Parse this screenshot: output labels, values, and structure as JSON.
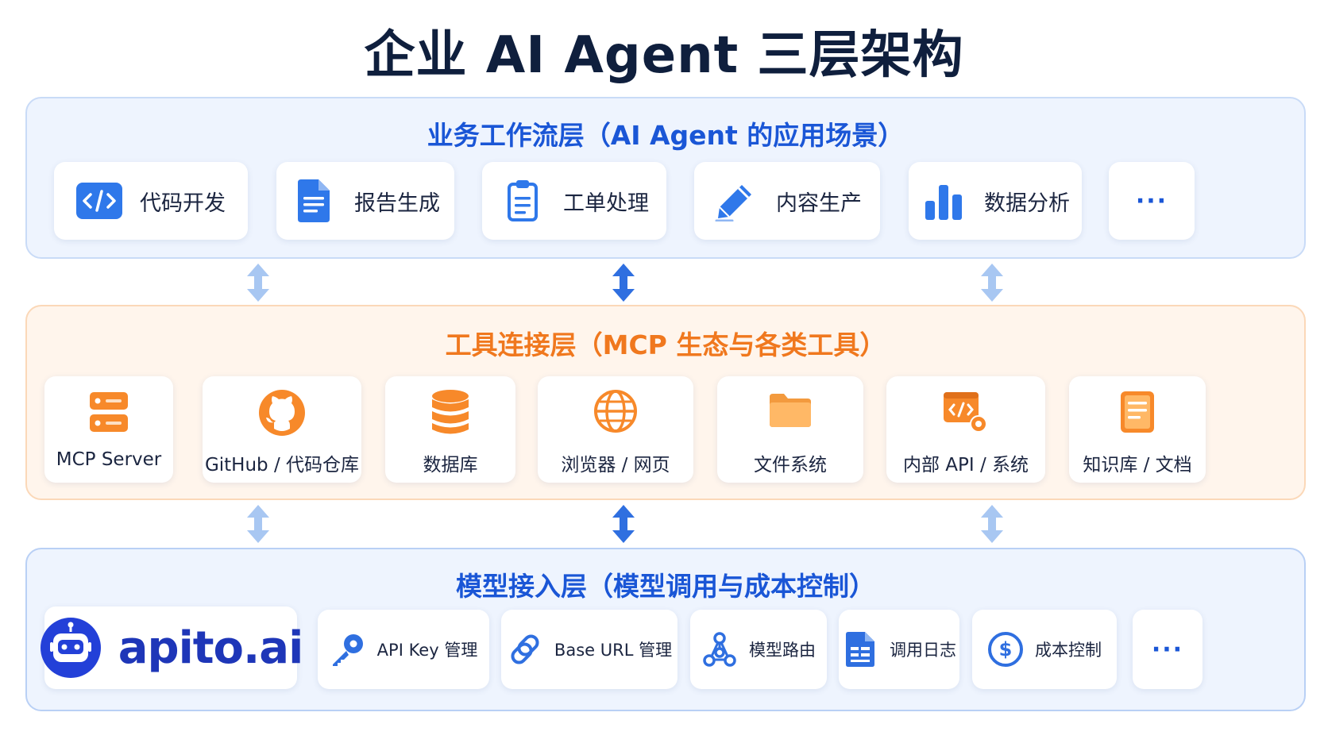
{
  "title": "企业 AI Agent 三层架构",
  "layers": {
    "business": {
      "title": "业务工作流层（AI Agent 的应用场景）",
      "items": [
        {
          "label": "代码开发",
          "icon": "code-icon"
        },
        {
          "label": "报告生成",
          "icon": "document-icon"
        },
        {
          "label": "工单处理",
          "icon": "clipboard-icon"
        },
        {
          "label": "内容生产",
          "icon": "pencil-icon"
        },
        {
          "label": "数据分析",
          "icon": "bar-chart-icon"
        },
        {
          "label": "···",
          "icon": "more-icon"
        }
      ]
    },
    "tools": {
      "title": "工具连接层（MCP 生态与各类工具）",
      "items": [
        {
          "label": "MCP Server",
          "icon": "server-icon"
        },
        {
          "label": "GitHub / 代码仓库",
          "icon": "github-icon"
        },
        {
          "label": "数据库",
          "icon": "database-icon"
        },
        {
          "label": "浏览器 / 网页",
          "icon": "globe-icon"
        },
        {
          "label": "文件系统",
          "icon": "folder-icon"
        },
        {
          "label": "内部 API / 系统",
          "icon": "api-settings-icon"
        },
        {
          "label": "知识库 / 文档",
          "icon": "knowledge-doc-icon"
        }
      ]
    },
    "model": {
      "title": "模型接入层（模型调用与成本控制）",
      "brand": "apito.ai",
      "items": [
        {
          "label": "API Key 管理",
          "icon": "key-icon"
        },
        {
          "label": "Base URL 管理",
          "icon": "link-icon"
        },
        {
          "label": "模型路由",
          "icon": "routing-icon"
        },
        {
          "label": "调用日志",
          "icon": "log-icon"
        },
        {
          "label": "成本控制",
          "icon": "dollar-icon"
        },
        {
          "label": "···",
          "icon": "more-icon"
        }
      ]
    }
  },
  "colors": {
    "title": "#0f1f3d",
    "blue_accent": "#1a56d6",
    "orange_accent": "#f0781e",
    "arrow_light": "#9cc0f2",
    "arrow_strong": "#2f6fe0"
  }
}
